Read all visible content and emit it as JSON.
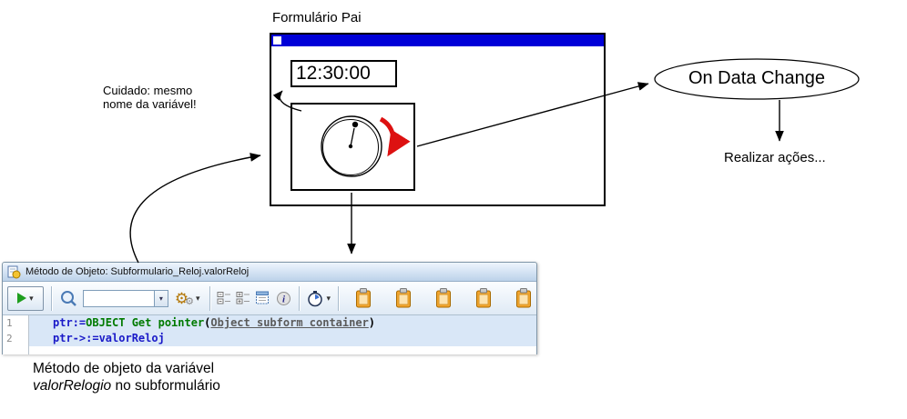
{
  "colors": {
    "titlebar_blue": "#0000d8",
    "arrow_red": "#dd1111",
    "variable": "#1a1ac8",
    "command": "#007a00",
    "constant": "#5a5a5a",
    "plain": "#000000",
    "row_highlight": "#d9e7f7"
  },
  "glyphs": {
    "dropdown": "▾",
    "gear": "⚙",
    "info": "i"
  },
  "diagram": {
    "parent_form": {
      "label": "Formulário Pai",
      "time_display": "12:30:00"
    },
    "warning": {
      "line1": "Cuidado: mesmo",
      "line2": "nome da variável!"
    },
    "event_ellipse": "On Data Change",
    "action_text": "Realizar ações...",
    "caption": {
      "line1": "Método de objeto da variável",
      "italic": "valorRelogio",
      "line2_rest": " no subformulário"
    }
  },
  "editor": {
    "title": "Método de Objeto: Subformulario_Reloj.valorReloj",
    "toolbar": {
      "combo_value": "",
      "icons": [
        "run-method",
        "search",
        "search-combobox",
        "macros-gears",
        "collapse-all",
        "expand-all",
        "notepad",
        "information",
        "recent-commands-timer",
        "clipboard-1",
        "clipboard-2",
        "clipboard-3",
        "clipboard-4",
        "clipboard-5"
      ]
    },
    "code": {
      "lines": [
        {
          "number": "1",
          "segments": [
            {
              "text": "ptr:=",
              "type": "variable"
            },
            {
              "text": "OBJECT Get pointer",
              "type": "command"
            },
            {
              "text": "(",
              "type": "plain"
            },
            {
              "text": "Object subform container",
              "type": "constant"
            },
            {
              "text": ")",
              "type": "plain"
            }
          ]
        },
        {
          "number": "2",
          "segments": [
            {
              "text": "ptr->:=valorReloj",
              "type": "variable"
            }
          ]
        }
      ]
    }
  }
}
